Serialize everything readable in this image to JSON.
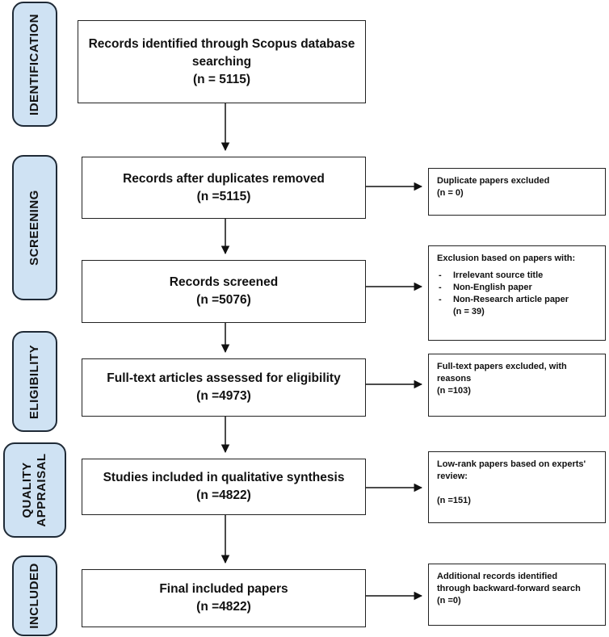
{
  "phases": {
    "identification": [
      "IDENTIFICATION"
    ],
    "screening": [
      "SCREENING"
    ],
    "eligibility": [
      "ELIGIBILITY"
    ],
    "quality": [
      "QUALITY",
      "APPRAISAL"
    ],
    "included": [
      "INCLUDED"
    ]
  },
  "boxes": {
    "identified": {
      "line1": "Records identified through Scopus database",
      "line2": "searching",
      "count": "(n = 5115)"
    },
    "dedup": {
      "title": "Records after duplicates removed",
      "count": "(n =5115)"
    },
    "screened": {
      "title": "Records screened",
      "count": "(n =5076)"
    },
    "fulltext": {
      "title": "Full-text articles assessed for eligibility",
      "count": "(n =4973)"
    },
    "qualitative": {
      "title": "Studies included in qualitative synthesis",
      "count": "(n =4822)"
    },
    "final": {
      "title": "Final included papers",
      "count": "(n =4822)"
    }
  },
  "side": {
    "duplicates": {
      "title": "Duplicate papers excluded",
      "count": "(n = 0)"
    },
    "exclusion": {
      "title": "Exclusion based on papers with:",
      "items": [
        "Irrelevant source title",
        "Non-English paper",
        "Non-Research article paper"
      ],
      "count": "(n = 39)"
    },
    "fulltext_excluded": {
      "line1": "Full-text papers excluded, with",
      "line2": "reasons",
      "count": "(n =103)"
    },
    "lowrank": {
      "line1": "Low-rank papers based on experts'",
      "line2": "review:",
      "count": "(n =151)"
    },
    "additional": {
      "line1": "Additional records identified",
      "line2": "through backward-forward search",
      "count": "(n =0)"
    }
  }
}
